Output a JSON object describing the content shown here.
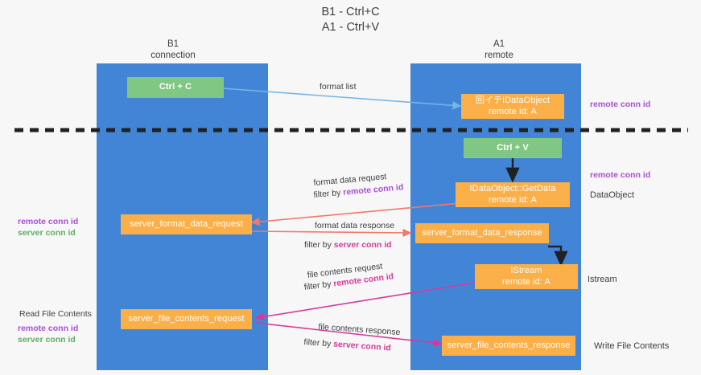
{
  "title": {
    "line1": "B1 - Ctrl+C",
    "line2": "A1 - Ctrl+V"
  },
  "lanes": [
    {
      "name": "b1",
      "header_line1": "B1",
      "header_line2": "connection",
      "color": "#4285d6"
    },
    {
      "name": "a1",
      "header_line1": "A1",
      "header_line2": "remote",
      "color": "#4285d6"
    }
  ],
  "boxes": {
    "ctrl_c": {
      "line1": "Ctrl + C",
      "line2": ""
    },
    "ctrl_v": {
      "line1": "Ctrl + V",
      "line2": ""
    },
    "idataobject": {
      "line1": "回イテIDataObject",
      "line2": "remote id: A"
    },
    "getdata": {
      "line1": "IDataObject::GetData",
      "line2": "remote id: A"
    },
    "istream": {
      "line1": "IStream",
      "line2": "remote id: A"
    },
    "fmt_req": {
      "line1": "server_format_data_request",
      "line2": ""
    },
    "fmt_resp": {
      "line1": "server_format_data_response",
      "line2": ""
    },
    "file_req": {
      "line1": "server_file_contents_request",
      "line2": ""
    },
    "file_resp": {
      "line1": "server_file_contents_response",
      "line2": ""
    }
  },
  "arrow_labels": {
    "format_list": {
      "text": "format list"
    },
    "format_data_request": {
      "text": "format data request",
      "filter_prefix": "filter by ",
      "filter_key": "remote conn id"
    },
    "format_data_response": {
      "text": "format data response",
      "filter_prefix": "filter by ",
      "filter_key": "server conn id"
    },
    "file_contents_request": {
      "text": "file contents request",
      "filter_prefix": "filter by ",
      "filter_key": "remote conn id"
    },
    "file_contents_response": {
      "text": "file contents response",
      "filter_prefix": "filter by ",
      "filter_key": "server conn id"
    }
  },
  "side_labels": {
    "left_mid": {
      "remote": "remote conn id",
      "server": "server conn id"
    },
    "left_low": {
      "caption": "Read File Contents",
      "remote": "remote conn id",
      "server": "server conn id"
    },
    "right_top": "remote conn id",
    "right_mid": "remote conn id",
    "right_dataobject": "DataObject",
    "right_istream": "Istream",
    "right_write": "Write File Contents"
  },
  "colors": {
    "lane": "#4285d6",
    "box_orange": "#fbaf48",
    "box_green": "#81c784",
    "remote_key": "#a94fd3",
    "server_key": "#5fae62",
    "server_key_label": "#d6399b",
    "arrow_blue": "#77b5e3",
    "arrow_red": "#f0786e",
    "arrow_pink": "#d6399b",
    "arrow_black": "#202124",
    "divider": "#202124",
    "background": "#f7f7f7"
  }
}
